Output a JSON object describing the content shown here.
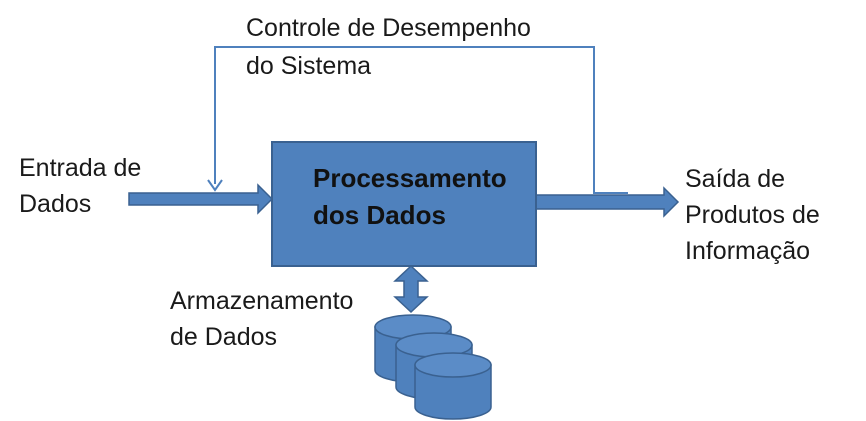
{
  "colors": {
    "fill": "#4f81bd",
    "stroke": "#3a6190",
    "background": "#ffffff",
    "text": "#1a1a1a"
  },
  "feedback": {
    "label_line1": "Controle de Desempenho",
    "label_line2": "do Sistema"
  },
  "input": {
    "label_line1": "Entrada de",
    "label_line2": "Dados"
  },
  "process": {
    "label_line1": "Processamento",
    "label_line2": "dos Dados"
  },
  "output": {
    "label_line1": "Saída de",
    "label_line2": "Produtos de",
    "label_line3": "Informação"
  },
  "storage": {
    "label_line1": "Armazenamento",
    "label_line2": "de Dados",
    "icon": "database-cylinders-icon"
  }
}
